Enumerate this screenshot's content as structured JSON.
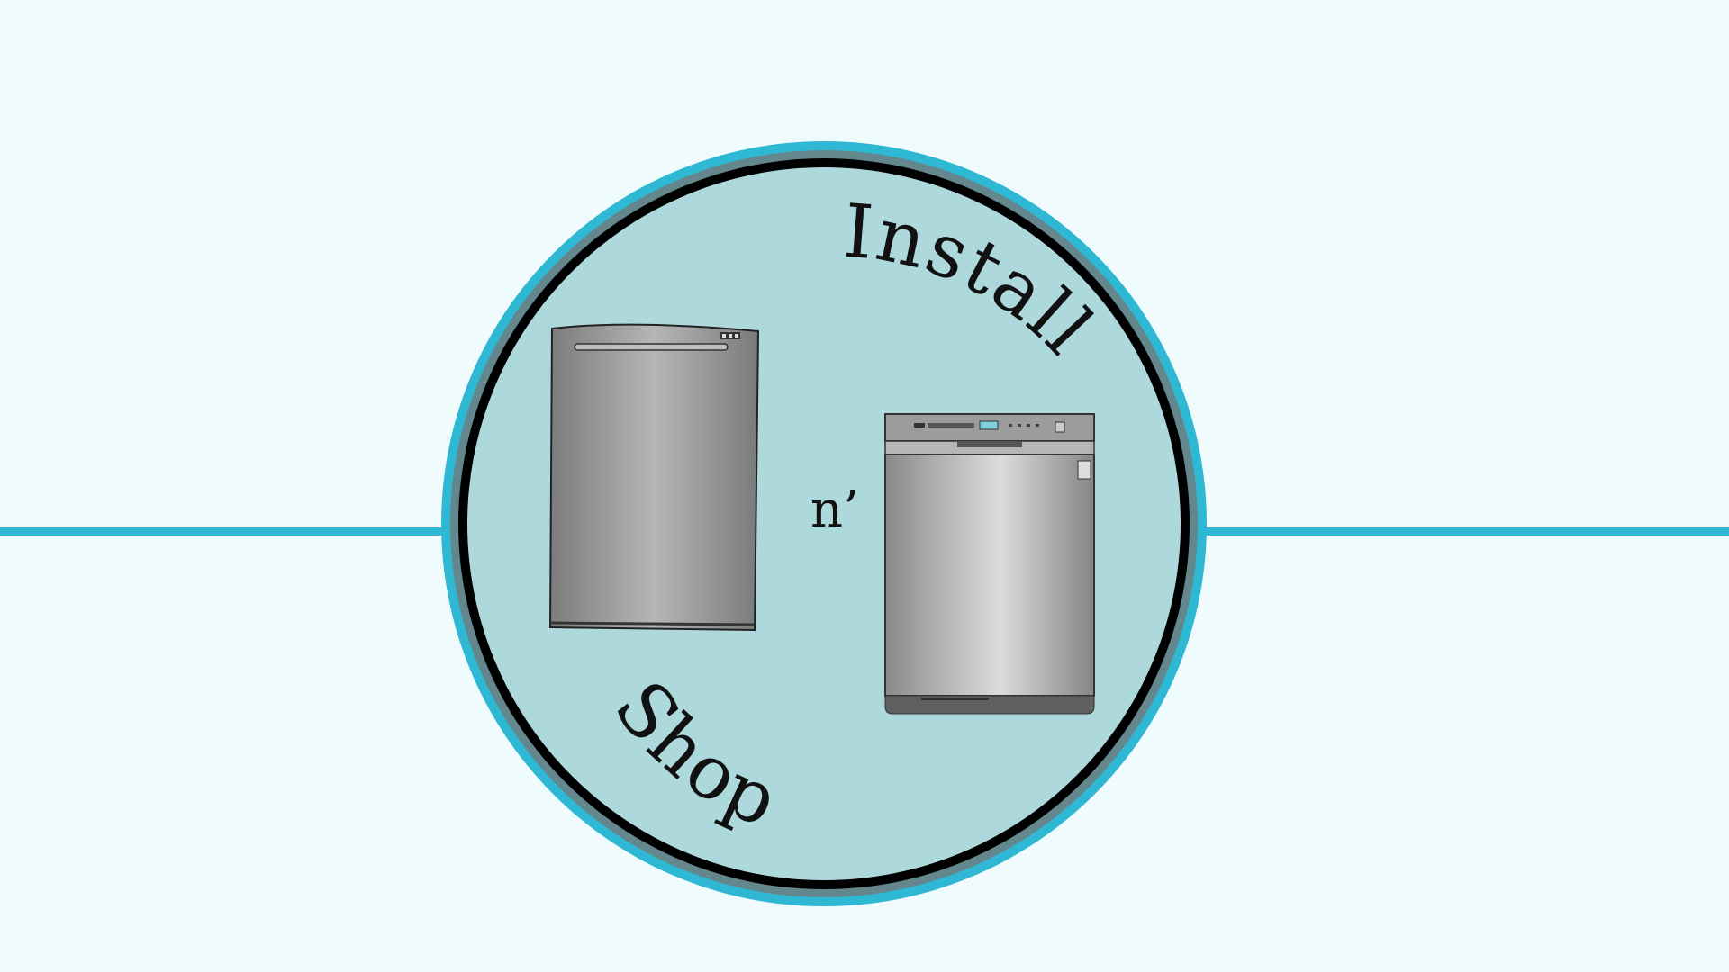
{
  "logo": {
    "word_top": "Install",
    "connector": "n’",
    "word_bottom": "Shop"
  },
  "colors": {
    "background": "#f0fbfe",
    "accent_line": "#2fb8d3",
    "outer_ring": "#2fb8d3",
    "inner_ring": "#64878d",
    "border": "#000000",
    "circle_fill": "#aed9dc",
    "steel": "#a8a8a8"
  },
  "icons": [
    "dishwasher-panel-icon",
    "dishwasher-front-icon"
  ]
}
